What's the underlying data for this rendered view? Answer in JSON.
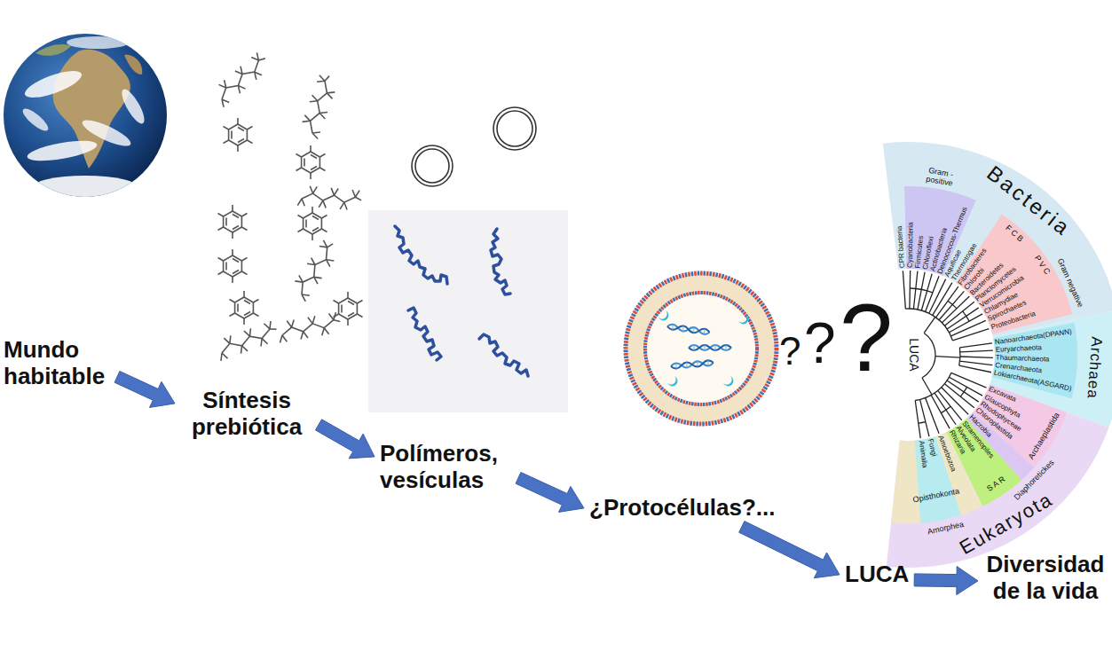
{
  "diagram": {
    "nodes": [
      {
        "text": [
          "Mundo habitable"
        ]
      },
      {
        "text": [
          "Síntesis prebiótica"
        ]
      },
      {
        "text": [
          "Polímeros, vesículas"
        ]
      },
      {
        "text": [
          "¿Protocélulas?..."
        ]
      },
      {
        "text": [
          "LUCA"
        ]
      },
      {
        "text": [
          "Diversidad de la vida"
        ]
      }
    ],
    "edges": [
      {
        "from": 0,
        "to": 1,
        "arrow": "to"
      },
      {
        "from": 1,
        "to": 2,
        "arrow": "to"
      },
      {
        "from": 2,
        "to": 3,
        "arrow": "to"
      },
      {
        "from": 3,
        "to": 4,
        "arrow": "to"
      },
      {
        "from": 4,
        "to": 5,
        "arrow": "to"
      }
    ],
    "labels": [
      "?",
      "?",
      "?",
      "Bacteria",
      "Gram -positive",
      "Gram negative",
      "F C B",
      "P V C",
      "CPR bacteria",
      "Cyanobacteria",
      "Firmicutes",
      "Chloroflexi",
      "Actinobacteria",
      "Deinococcus-Thermus",
      "Aquificae",
      "Thermotogae",
      "Fibrobacteres",
      "Chlorobi",
      "Bacteroidetes",
      "Planctomycetes",
      "Verrucomicrobia",
      "Chlamydiae",
      "Spirochaetes",
      "Proteobacteria",
      "LUCA",
      "Archaea",
      "Nanoarchaeota(DPANN)",
      "Euryarchaeota",
      "Thaumarchaeota",
      "Crenarchaeota",
      "Lokiarchaeota(ASGARD)",
      "Eukaryota",
      "Excavata",
      "Glaucophyta",
      "Rhodophyceae",
      "Chloroplastida",
      "Archaeplastida",
      "Hacrobia",
      "Diaphoretickes",
      "Stramenopiles",
      "Alveolata",
      "Rhizaria",
      "S A R",
      "Amoebozoa",
      "Fungi",
      "Animalia",
      "Opisthokonta",
      "Amorphea"
    ]
  }
}
